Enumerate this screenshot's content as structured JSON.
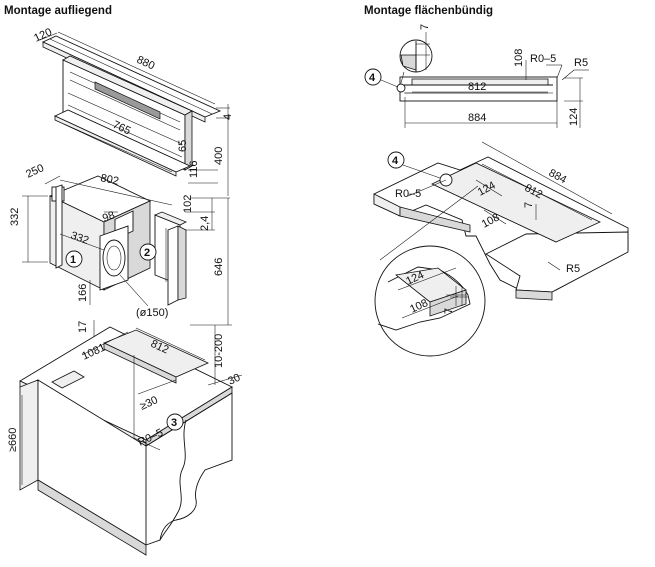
{
  "titles": {
    "left": "Montage aufliegend",
    "right": "Montage flächenbündig"
  },
  "callouts": [
    "1",
    "2",
    "3",
    "4"
  ],
  "left_dims": {
    "d120": "120",
    "d880": "880",
    "d4": "4",
    "d765": "765",
    "d65": "65",
    "d400": "400",
    "d116": "116",
    "d250": "250",
    "d802": "802",
    "d102": "102",
    "d332v": "332",
    "d98": "98",
    "d24": "2,4",
    "d332": "332",
    "d646": "646",
    "d166": "166",
    "d150": "(ø150)",
    "d17": "17",
    "d1081": "1081",
    "d812": "812",
    "d10200": "10-200",
    "d30": "30",
    "d30ge": "≥30",
    "dR05": "R0–5",
    "d660": "≥660"
  },
  "right_dims": {
    "d7": "7",
    "d108": "108",
    "dR05": "R0–5",
    "dR5": "R5",
    "d812": "812",
    "d124": "124",
    "d884": "884",
    "iso_884": "884",
    "iso_812": "812",
    "iso_R05": "R0–5",
    "iso_124": "124",
    "iso_7": "7",
    "iso_108": "108",
    "iso_R5": "R5",
    "det_124": "124",
    "det_108": "108",
    "det_7": "7"
  }
}
